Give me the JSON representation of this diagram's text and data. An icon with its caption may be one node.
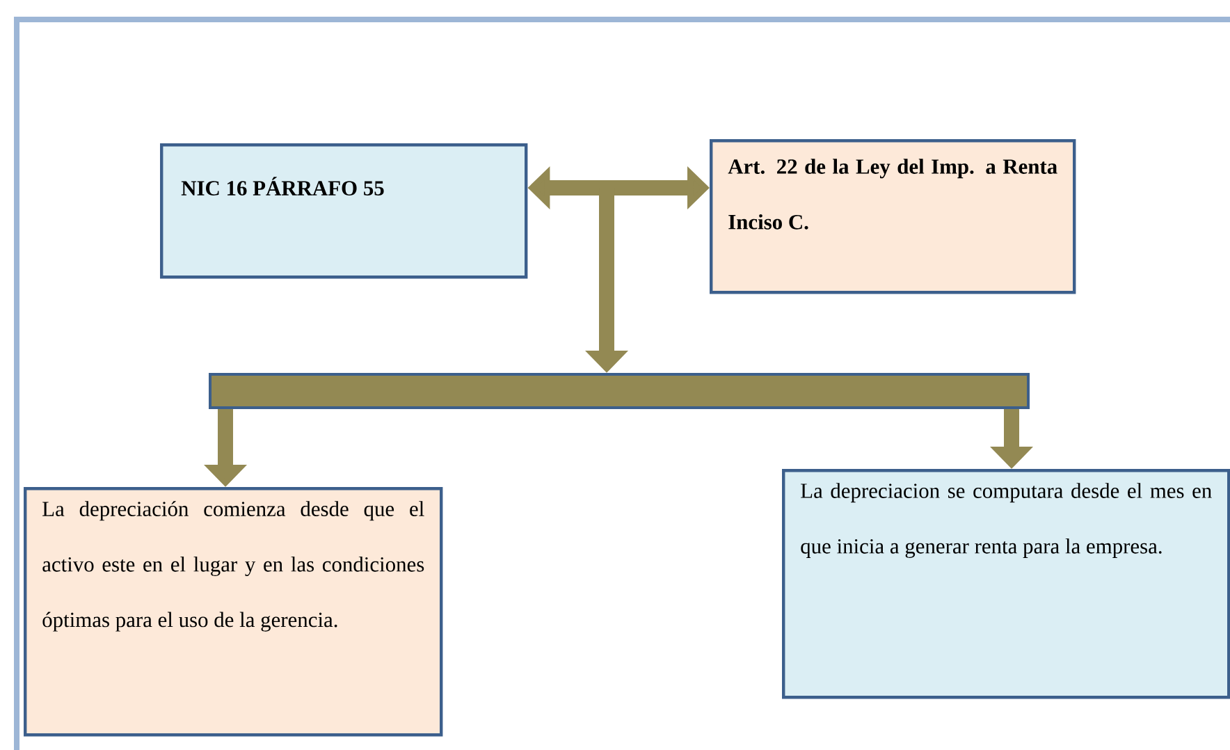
{
  "diagram": {
    "nodes": [
      {
        "text": [
          "NIC 16 PÁRRAFO 55"
        ]
      },
      {
        "text": [
          "Art. 22 de la Ley del Imp. a Renta Inciso C."
        ]
      },
      {
        "text": [
          "La depreciación comienza desde que el activo este en el lugar y en las condiciones óptimas para el uso de la gerencia."
        ]
      },
      {
        "text": [
          "La depreciacion se computara desde el mes en que inicia a generar renta para la empresa."
        ]
      },
      {
        "text": [],
        "shape": "bar"
      }
    ],
    "edges": [
      {
        "from": 0,
        "to": 1,
        "arrow": "both"
      },
      {
        "from": null,
        "to": 4,
        "arrow": "to"
      },
      {
        "from": 4,
        "to": 2,
        "arrow": "to"
      },
      {
        "from": 4,
        "to": 3,
        "arrow": "to"
      }
    ]
  }
}
